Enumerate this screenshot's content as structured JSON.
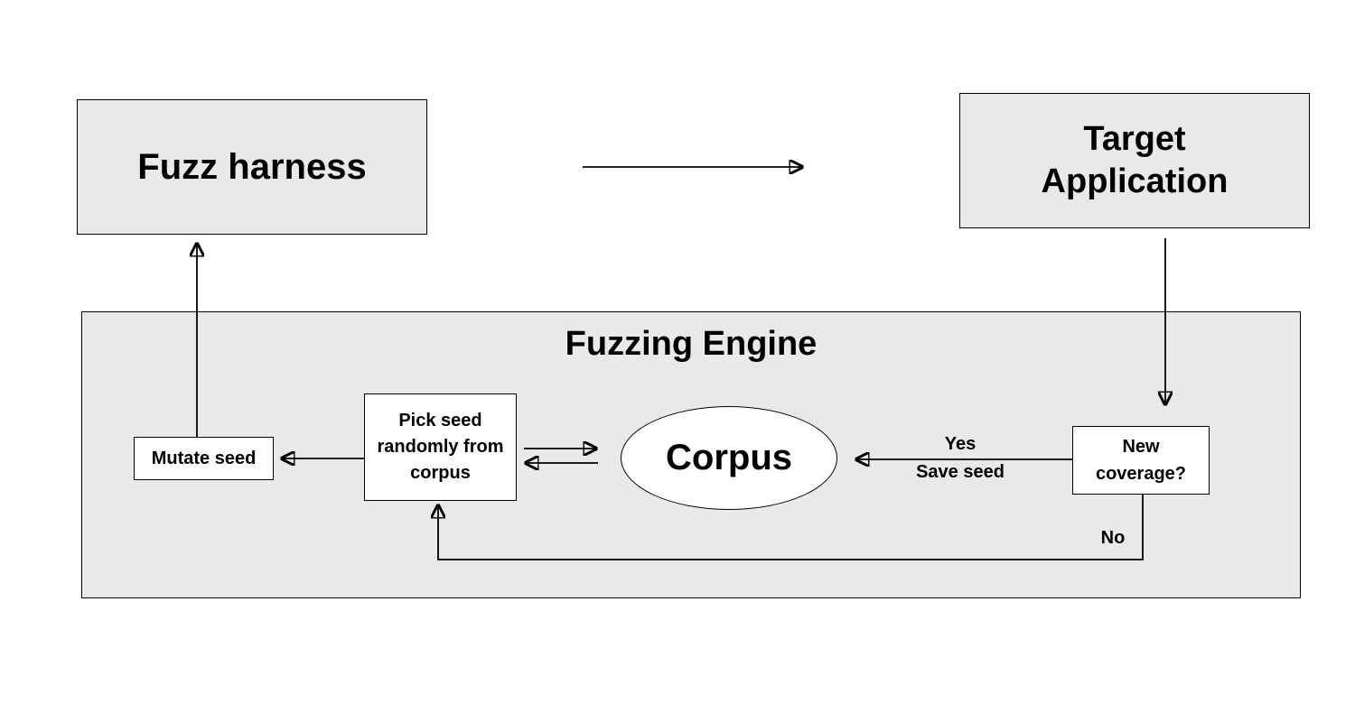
{
  "nodes": {
    "fuzz_harness": "Fuzz harness",
    "target_application": "Target Application",
    "fuzzing_engine_title": "Fuzzing Engine",
    "mutate_seed": "Mutate seed",
    "pick_seed": "Pick seed randomly from corpus",
    "corpus": "Corpus",
    "new_coverage": "New coverage?"
  },
  "edge_labels": {
    "yes": "Yes",
    "save_seed": "Save seed",
    "no": "No"
  },
  "colors": {
    "panel_fill": "#e9e9e9",
    "node_fill": "#ffffff",
    "stroke": "#000000",
    "background": "#ffffff"
  }
}
